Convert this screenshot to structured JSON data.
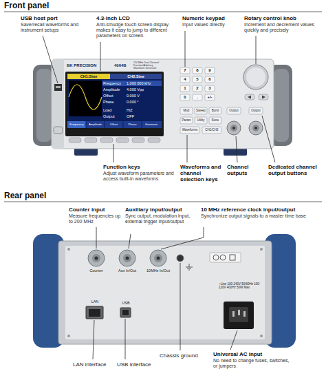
{
  "diagram": {
    "labels": [
      "Front panel",
      "USB host port",
      "Save/recall waveforms and instrument setups",
      "4.3-inch LCD",
      "Anti-smudge touch screen display makes it easy to jump to different parameters on screen.",
      "Numeric keypad",
      "Input values directly",
      "Rotary control knob",
      "Increment and decrement values quickly and precisely",
      "BK PRECISION",
      "4064B",
      "120 MHz Dual Channel Function/Arbitrary Waveform Generator",
      "CH1:Sine",
      "CH2:Sine",
      "Frequency",
      "1.000 000 kHz",
      "Amplitude",
      "4.000 Vpp",
      "Offset",
      "0.000 V",
      "Phase",
      "0.000 °",
      "Load",
      "HiZ",
      "Output",
      "OFF",
      "Frequency",
      "Amplitude",
      "Offset",
      "Phase",
      "Harmonic",
      "7",
      "8",
      "9",
      "4",
      "5",
      "6",
      "1",
      "2",
      "3",
      "0",
      ".",
      "+/-",
      "Mod",
      "Sweep",
      "Burst",
      "Param",
      "Utility",
      "Store",
      "Waveforms",
      "CH1/CH2",
      "Output",
      "Output",
      "Function keys",
      "Adjust waveform parameters and access built-in waveforms",
      "Waveforms and channel selection keys",
      "Channel outputs",
      "Dedicated channel output buttons",
      "Rear panel",
      "Counter input",
      "Measure frequencies up to 200 MHz",
      "Auxiliary input/output",
      "Sync output, modulation input, external trigger input/output",
      "10 MHz reference clock input/output",
      "Synchronize output signals to a master time base",
      "Counter",
      "Aux In/Out",
      "10MHz In/Out",
      "LAN",
      "USB",
      "~Line 100-240V 50/60Hz 100-120V 400Hz 50W Max",
      "LAN interface",
      "USB interface",
      "Chassis ground",
      "Universal AC input",
      "No need to change fuses, switches, or jumpers"
    ]
  }
}
